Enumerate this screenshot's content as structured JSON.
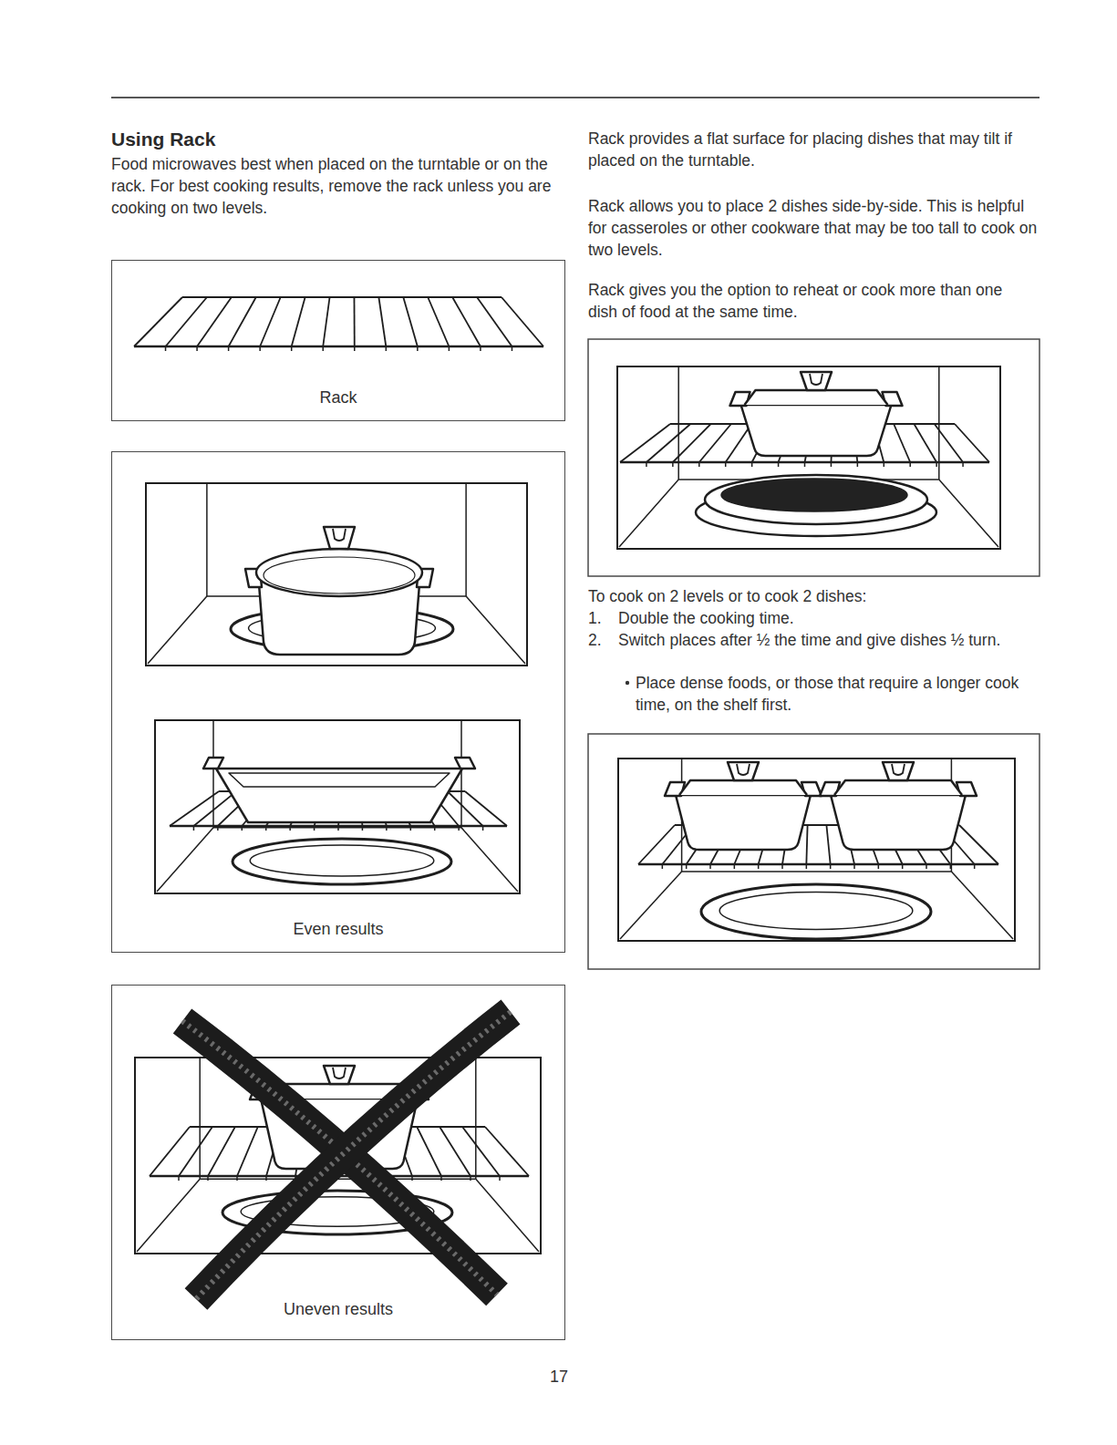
{
  "diagram": {
    "title": "Using Rack",
    "nodes": [
      {
        "text": [
          "Rack"
        ]
      },
      {
        "text": [
          "Even results"
        ]
      },
      {
        "text": [
          "Uneven results"
        ]
      }
    ],
    "labels": [
      "Food microwaves best when placed on the turntable or on the rack. For best cooking results, remove the rack unless you are cooking on two levels.",
      "Rack provides a flat surface for placing dishes that may tilt if placed on the turntable.",
      "Rack allows you to place 2 dishes side-by-side. This is helpful for casseroles or other cookware that may be too tall to cook on two levels.",
      "Rack gives you the option to reheat or cook more than one dish of food at the same time.",
      "To cook on 2 levels or to cook 2 dishes:",
      "1.",
      "Double the cooking time.",
      "2.",
      "Switch places after ½ the time and give dishes ½ turn.",
      "Place dense foods, or those that require a longer cook time, on the shelf first.",
      "17"
    ]
  }
}
